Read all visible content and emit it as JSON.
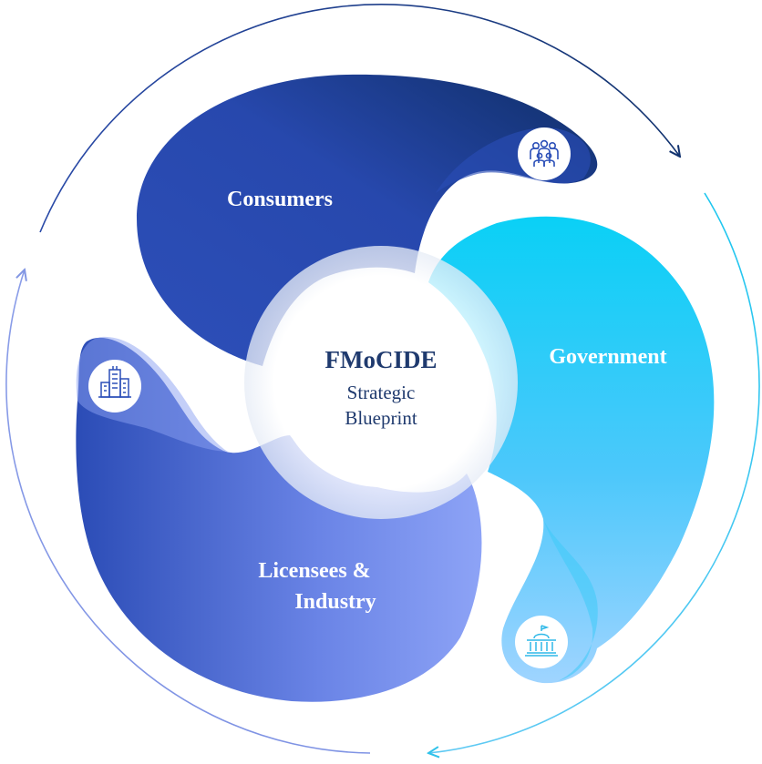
{
  "diagram": {
    "center": {
      "title": "FMoCIDE",
      "line1": "Strategic",
      "line2": "Blueprint"
    },
    "segments": [
      {
        "id": "consumers",
        "label": "Consumers",
        "icon": "people-group-icon"
      },
      {
        "id": "government",
        "label": "Government",
        "icon": "government-building-icon"
      },
      {
        "id": "licensees",
        "label_line1": "Licensees &",
        "label_line2": "Industry",
        "icon": "office-buildings-icon"
      }
    ],
    "colors": {
      "consumers_dark": "#12336f",
      "consumers_mid": "#2a4db6",
      "government_light": "#0fd2f6",
      "government_pale": "#8fd0ff",
      "licensees_dark": "#2b4fb8",
      "licensees_light": "#8a9ff4",
      "text_center": "#1f3a6e",
      "icon_stroke": "#2b4fb8"
    }
  }
}
